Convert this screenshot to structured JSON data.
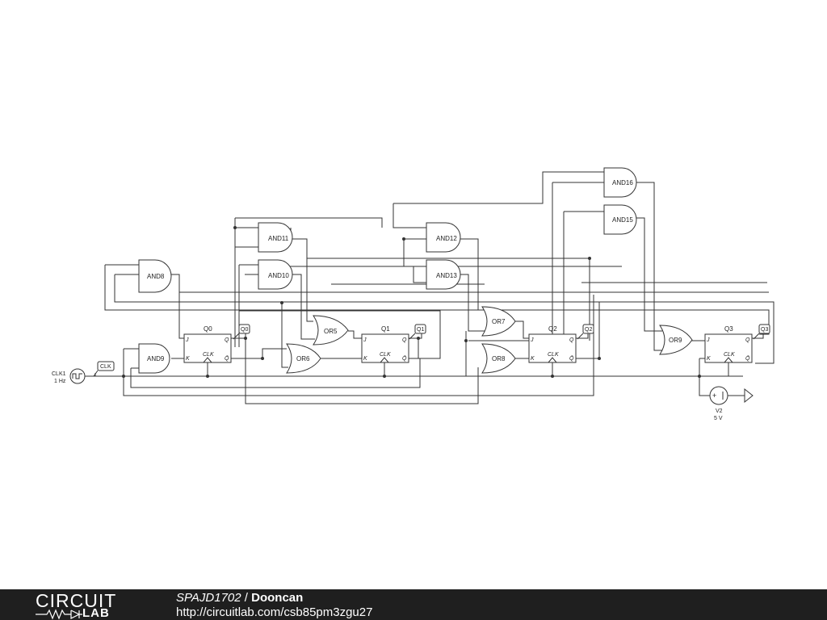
{
  "gates": {
    "and8": "AND8",
    "and9": "AND9",
    "and10": "AND10",
    "and11": "AND11",
    "and12": "AND12",
    "and13": "AND13",
    "and15": "AND15",
    "and16": "AND16",
    "or5": "OR5",
    "or6": "OR6",
    "or7": "OR7",
    "or8": "OR8",
    "or9": "OR9"
  },
  "flipflops": [
    {
      "name": "Q0",
      "probe": "Q0"
    },
    {
      "name": "Q1",
      "probe": "Q1"
    },
    {
      "name": "Q2",
      "probe": "Q2"
    },
    {
      "name": "Q3",
      "probe": "Q3"
    }
  ],
  "ff_pins": {
    "j": "J",
    "k": "K",
    "clk": "CLK",
    "q": "Q",
    "qbar": "Q̄"
  },
  "clock_source": {
    "name": "CLK1",
    "freq": "1 Hz",
    "probe": "CLK"
  },
  "voltage_source": {
    "name": "V2",
    "value": "5 V"
  },
  "footer": {
    "logo_top": "CIRCUIT",
    "logo_bottom": "LAB",
    "project": "SPAJD1702",
    "separator": " / ",
    "user": "Dooncan",
    "url": "http://circuitlab.com/csb85pm3zgu27"
  }
}
